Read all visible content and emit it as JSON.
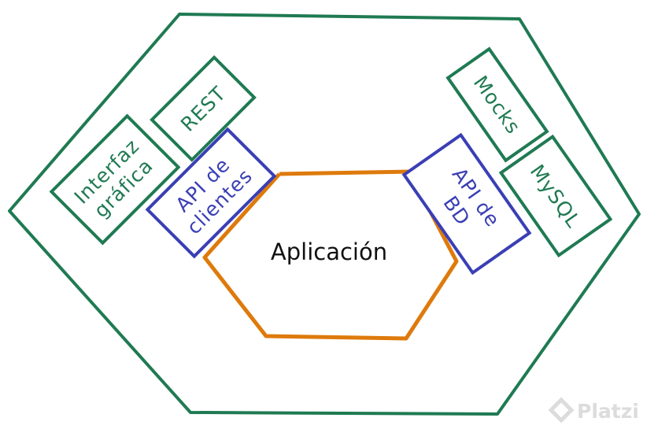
{
  "diagram": {
    "outer_label": "",
    "core": {
      "label": "Aplicación"
    },
    "left_adapters": [
      {
        "id": "interfaz",
        "line1": "Interfaz",
        "line2": "gráfica"
      },
      {
        "id": "rest",
        "line1": "REST"
      }
    ],
    "left_port": {
      "line1": "API de",
      "line2": "clientes"
    },
    "right_adapters": [
      {
        "id": "mocks",
        "line1": "Mocks"
      },
      {
        "id": "mysql",
        "line1": "MySQL"
      }
    ],
    "right_port": {
      "line1": "API de",
      "line2": "BD"
    },
    "watermark": "Platzi"
  },
  "colors": {
    "outer_hexagon": "#1f7a52",
    "adapter": "#1f7a52",
    "port": "#3a3fb5",
    "core": "#de7a0c",
    "text": "#111111",
    "watermark": "#dcdcdc"
  }
}
